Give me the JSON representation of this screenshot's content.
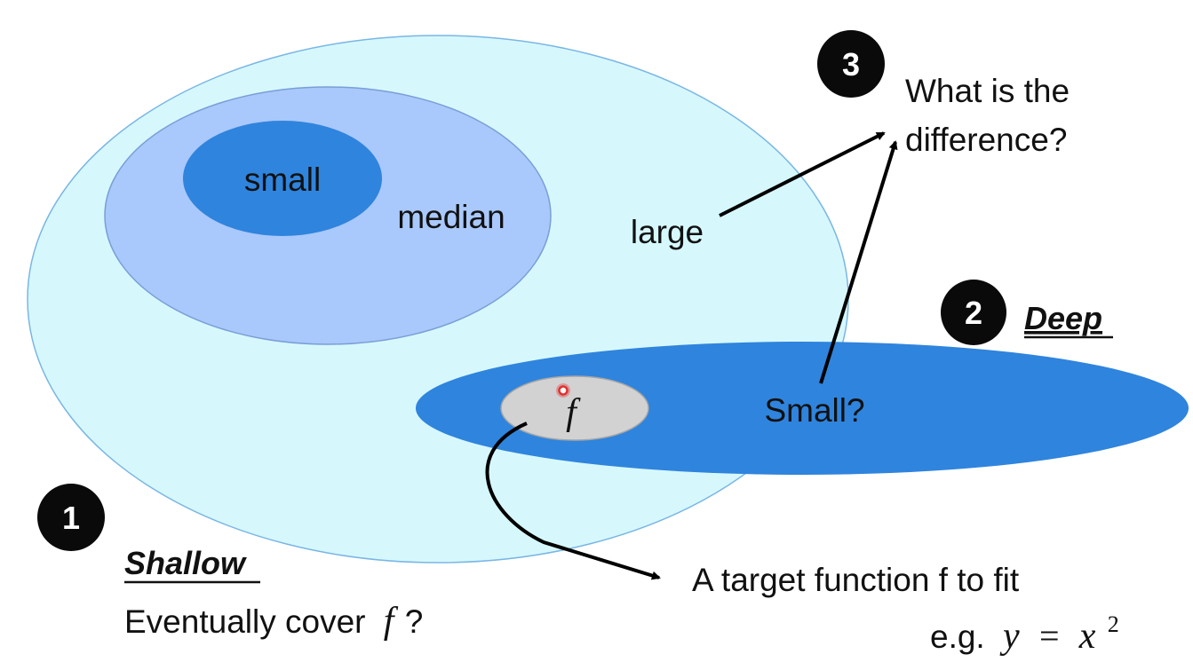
{
  "colors": {
    "shallow_large_fill": "#d6f8fd",
    "shallow_large_stroke": "#7ab6e4",
    "median_fill": "#a9c8fb",
    "median_stroke": "#7a9ed6",
    "small_fill": "#2f84dd",
    "deep_fill": "#2f84dd",
    "target_fill": "#d2d2d2",
    "target_stroke": "#a6a6a6",
    "badge_fill": "#0a0a0a",
    "arrow": "#000000",
    "pointer": "#e53030"
  },
  "regions": {
    "small": "small",
    "median": "median",
    "large": "large",
    "deep_small": "Small?",
    "target_symbol": "f"
  },
  "badges": [
    {
      "number": "1",
      "title": "Shallow",
      "subtitle": "Eventually cover",
      "subtitle_symbol": "f",
      "subtitle_end": "?"
    },
    {
      "number": "2",
      "title": "Deep"
    },
    {
      "number": "3",
      "line1": "What is the",
      "line2": "difference?"
    }
  ],
  "target": {
    "description": "A target function f to fit",
    "example_prefix": "e.g.",
    "example_y": "y",
    "example_eq": "=",
    "example_x": "x",
    "example_exp": "2"
  }
}
